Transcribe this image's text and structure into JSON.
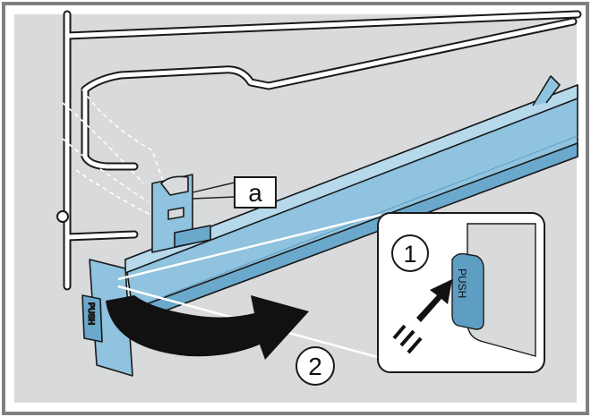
{
  "illustration": {
    "callout_a": "a",
    "step_1": "1",
    "step_2": "2",
    "push_label": "PUSH"
  },
  "colors": {
    "frame_border": "#808080",
    "background": "#d9dadc",
    "rail_blue": "#8fc3df",
    "rail_blue_dark": "#5e9ec2",
    "wire": "#ffffff",
    "outline": "#1a1a1a",
    "arrow": "#111111"
  },
  "icons": {
    "push_arrow": "push-hand-arrow-icon",
    "rotate_arrow": "curved-arrow-icon"
  }
}
